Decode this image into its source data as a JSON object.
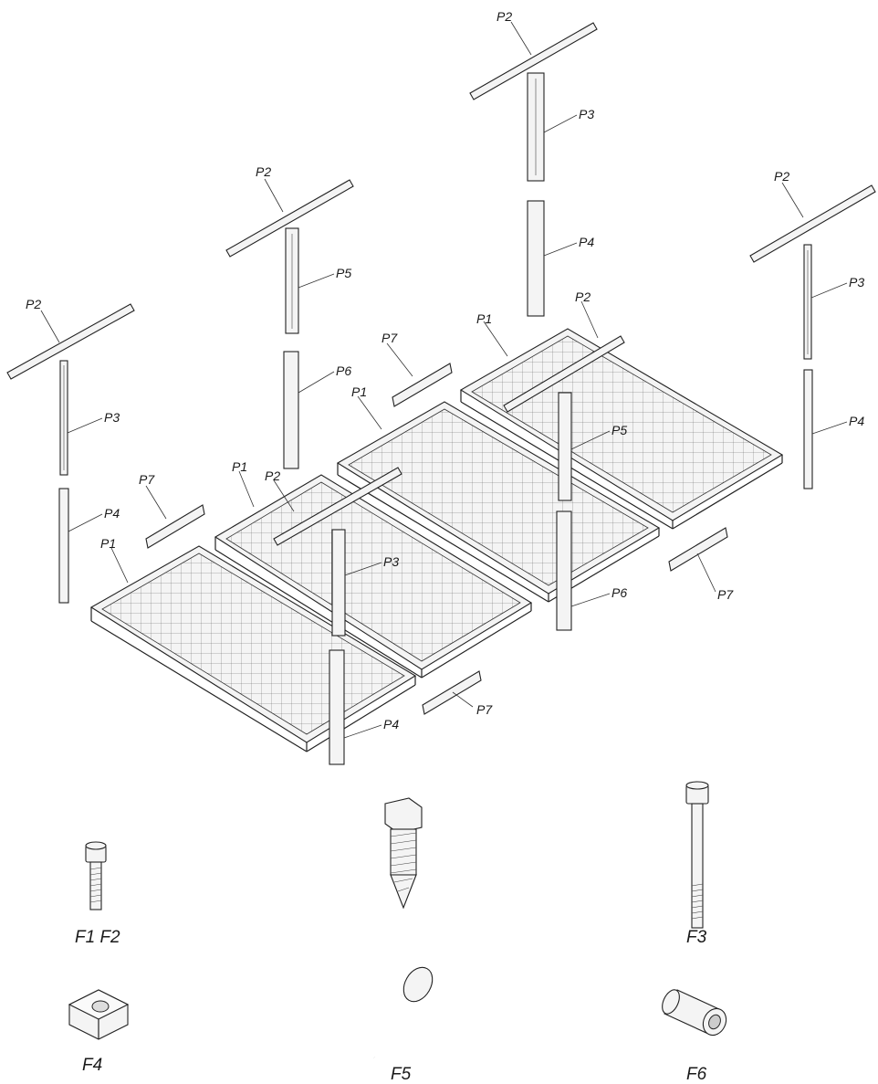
{
  "part_labels": {
    "p1": "P1",
    "p2": "P2",
    "p3": "P3",
    "p4": "P4",
    "p5": "P5",
    "p6": "P6",
    "p7": "P7"
  },
  "fastener_labels": {
    "f1f2": "F1 F2",
    "f3": "F3",
    "f4": "F4",
    "f5": "F5",
    "f6": "F6"
  },
  "colors": {
    "line": "#222222",
    "background": "#ffffff"
  }
}
